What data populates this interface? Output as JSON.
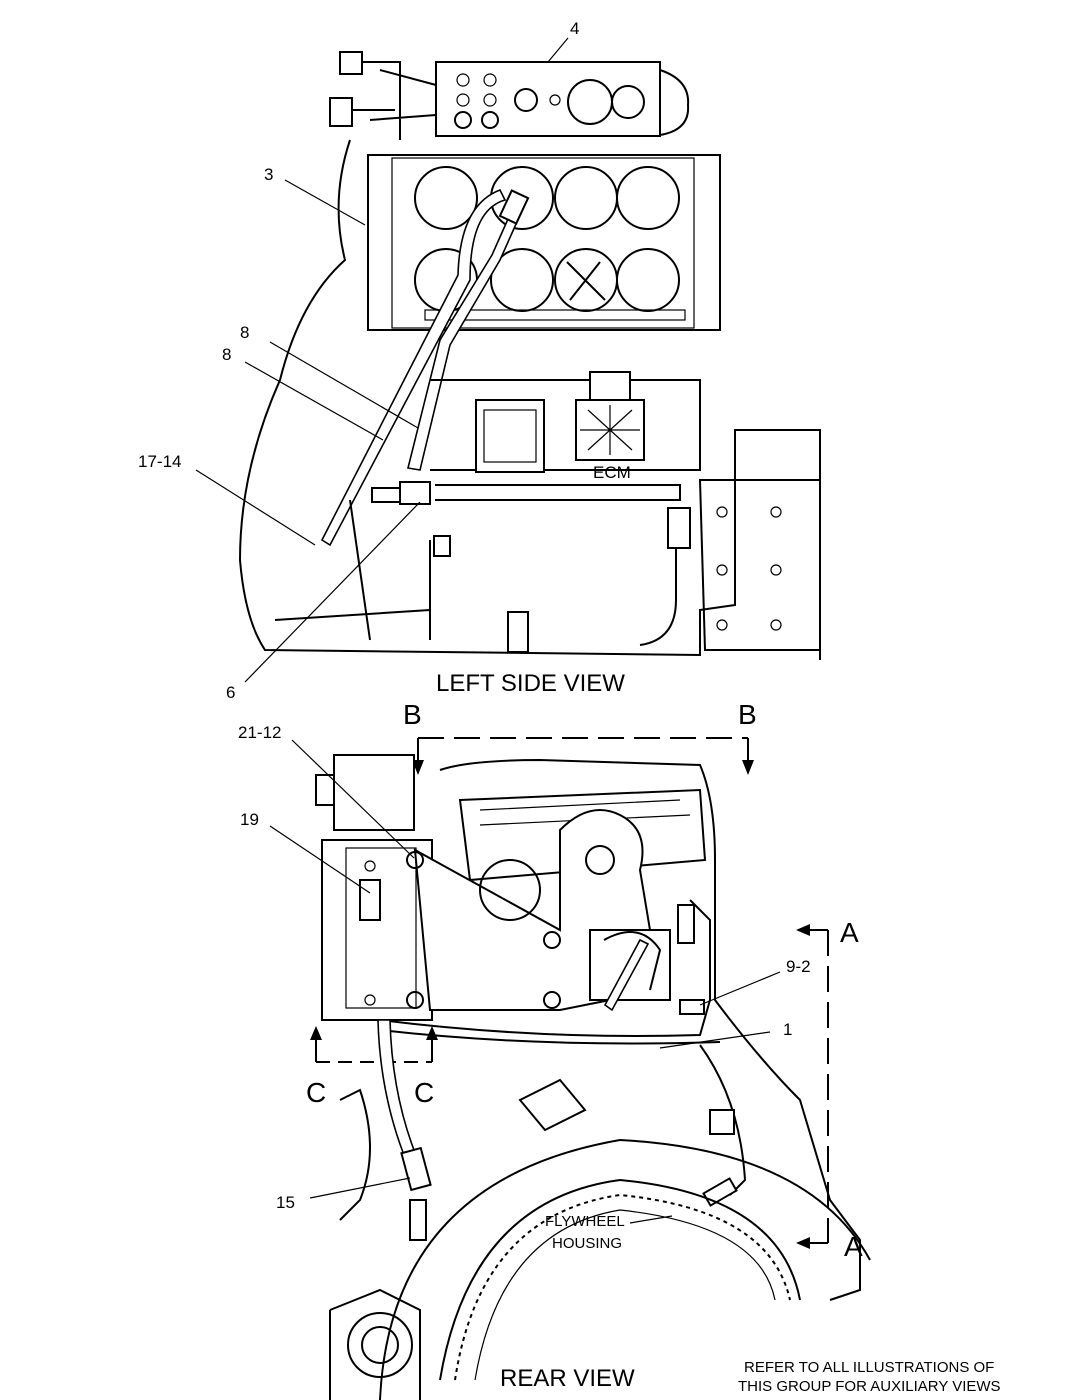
{
  "top_view": {
    "title": "LEFT SIDE VIEW",
    "ecm_label": "ECM",
    "callouts": {
      "c4": "4",
      "c3": "3",
      "c8a": "8",
      "c8b": "8",
      "c17": "17-14",
      "c6": "6"
    }
  },
  "bottom_view": {
    "title": "REAR VIEW",
    "flywheel_line1": "FLYWHEEL",
    "flywheel_line2": "HOUSING",
    "section_b_left": "B",
    "section_b_right": "B",
    "section_a_top": "A",
    "section_a_bottom": "A",
    "section_c_left": "C",
    "section_c_right": "C",
    "callouts": {
      "c21": "21-12",
      "c19": "19",
      "c92": "9-2",
      "c1": "1",
      "c15": "15"
    }
  },
  "note": {
    "line1": "REFER TO ALL ILLUSTRATIONS OF",
    "line2": "THIS GROUP FOR AUXILIARY VIEWS"
  }
}
